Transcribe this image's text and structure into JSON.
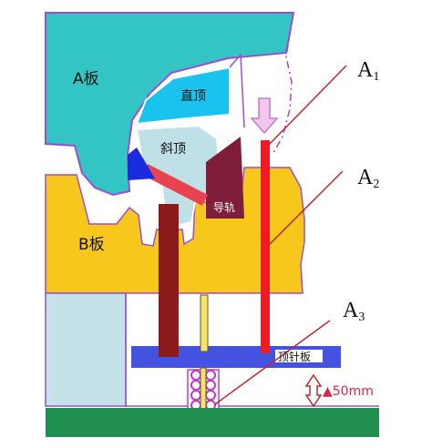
{
  "labels": {
    "a_plate": "A板",
    "b_plate": "B板",
    "straight_lifter": "直顶",
    "angled_lifter": "斜顶",
    "guide_rail": "导轨",
    "ejector_plate": "顶针板",
    "stroke": "▲50mm"
  },
  "callouts": [
    {
      "letter": "A",
      "sub": "1"
    },
    {
      "letter": "A",
      "sub": "2"
    },
    {
      "letter": "A",
      "sub": "3"
    }
  ],
  "colors": {
    "a_plate": "#33c4c4",
    "straight_lifter": "#19c3ee",
    "b_plate": "#f8c71b",
    "angled_lifter": "#bfe0e6",
    "guide_rail": "#7e1e3a",
    "ejector_rod": "#8b1b1b",
    "ejector_pin_red": "#ee1b24",
    "ejector_plate": "#4452e0",
    "base_plate": "#1f8e4e",
    "left_block": "#c4e2e8",
    "outline": "#9b4fcf",
    "pink": "#e5a3d9",
    "stroke_text": "#d6264d"
  }
}
